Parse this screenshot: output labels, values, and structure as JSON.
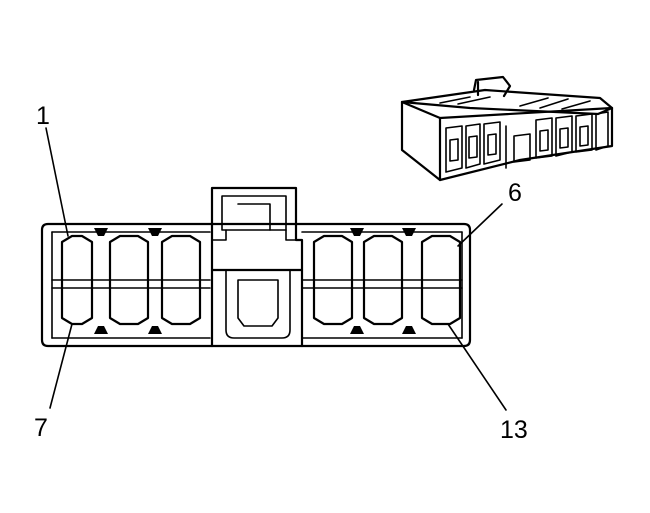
{
  "callouts": {
    "pin_1": "1",
    "pin_6": "6",
    "pin_7": "7",
    "pin_13": "13"
  },
  "colors": {
    "line": "#000000",
    "background": "#ffffff"
  }
}
